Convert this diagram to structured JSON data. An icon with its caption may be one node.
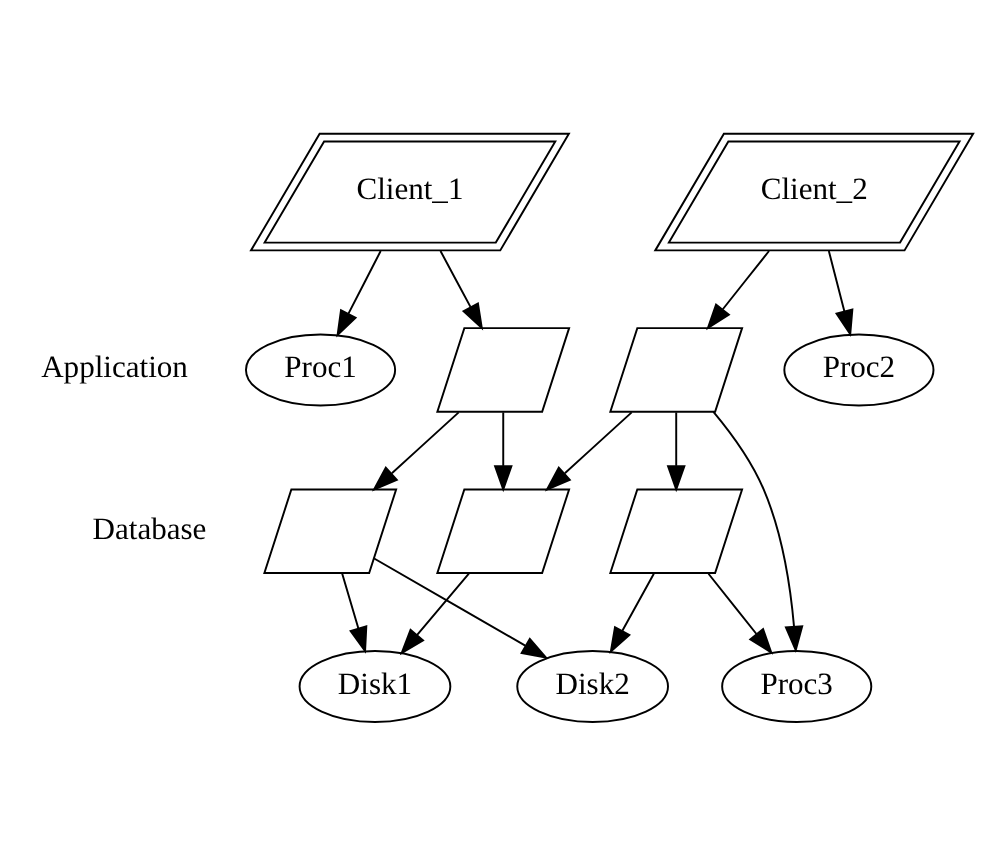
{
  "diagram": {
    "nodes": [
      {
        "text": [
          "Client_1"
        ]
      },
      {
        "text": [
          "Client_2"
        ]
      },
      {
        "text": [
          "Proc1"
        ]
      },
      {
        "text": [
          "Proc2"
        ]
      },
      {
        "text": [],
        "shape": "parallelogram"
      },
      {
        "text": [],
        "shape": "parallelogram"
      },
      {
        "text": [],
        "shape": "parallelogram"
      },
      {
        "text": [],
        "shape": "parallelogram"
      },
      {
        "text": [],
        "shape": "parallelogram"
      },
      {
        "text": [
          "Proc3"
        ]
      },
      {
        "text": [
          "Disk1"
        ]
      },
      {
        "text": [
          "Disk2"
        ]
      }
    ],
    "edges": [
      {
        "from": 0,
        "to": 2,
        "arrow": "to"
      },
      {
        "from": 0,
        "to": 4,
        "arrow": "to"
      },
      {
        "from": 1,
        "to": 5,
        "arrow": "to"
      },
      {
        "from": 1,
        "to": 3,
        "arrow": "to"
      },
      {
        "from": 4,
        "to": 6,
        "arrow": "to"
      },
      {
        "from": 4,
        "to": 7,
        "arrow": "to"
      },
      {
        "from": 5,
        "to": 7,
        "arrow": "to"
      },
      {
        "from": 5,
        "to": 8,
        "arrow": "to"
      },
      {
        "from": 5,
        "to": 9,
        "arrow": "to"
      },
      {
        "from": 8,
        "to": 9,
        "arrow": "to"
      },
      {
        "from": 6,
        "to": 10,
        "arrow": "to"
      },
      {
        "from": 6,
        "to": 11,
        "arrow": "to"
      },
      {
        "from": 7,
        "to": 10,
        "arrow": "to"
      },
      {
        "from": 8,
        "to": 11,
        "arrow": "to"
      }
    ],
    "labels": [
      "Application",
      "Database"
    ]
  }
}
